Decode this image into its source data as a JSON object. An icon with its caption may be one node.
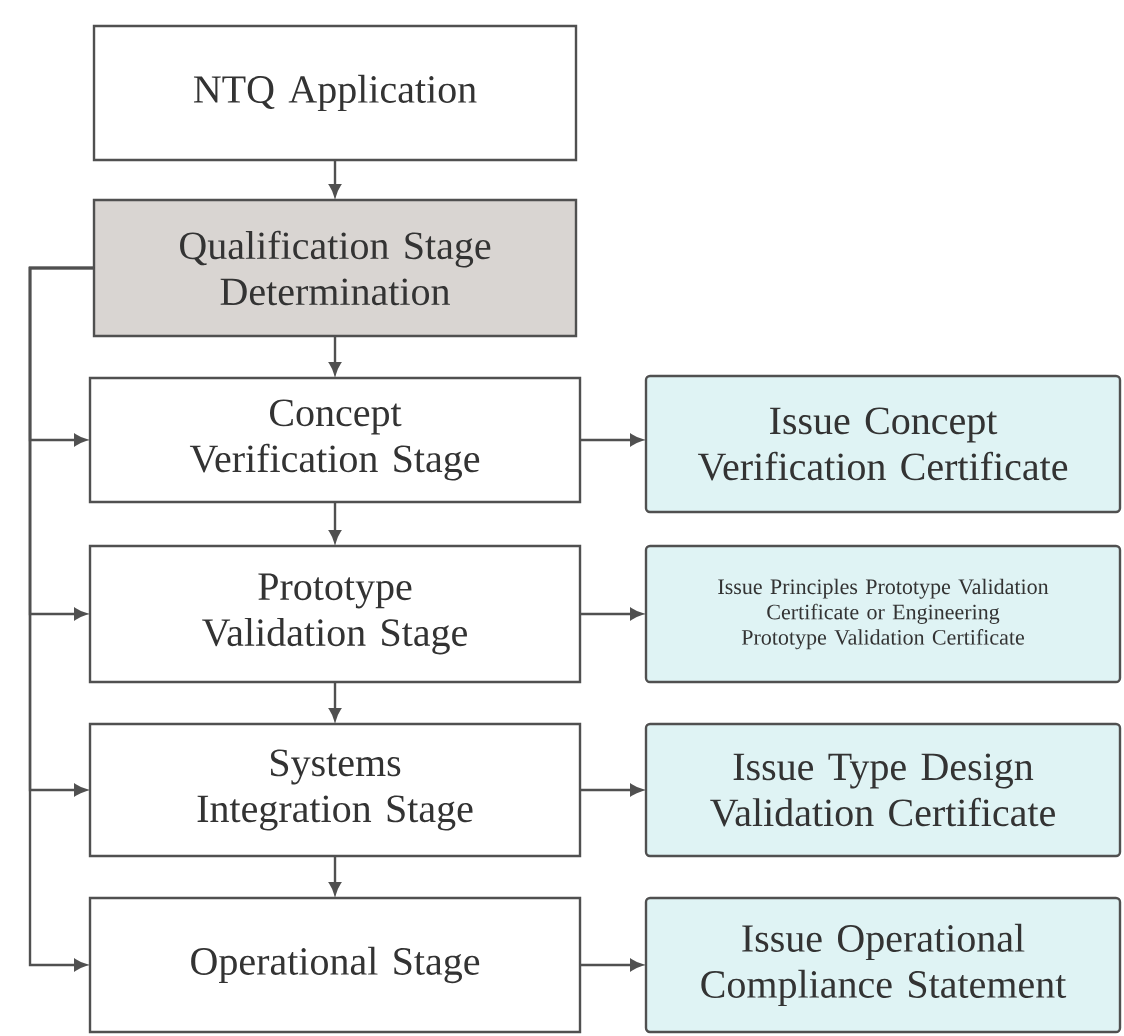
{
  "diagram": {
    "nodes": [
      {
        "text": [
          "NTQ Application"
        ]
      },
      {
        "text": [
          "Qualification Stage Determination"
        ]
      },
      {
        "text": [
          "Concept Verification Stage"
        ]
      },
      {
        "text": [
          "Prototype Validation Stage"
        ]
      },
      {
        "text": [
          "Systems Integration Stage"
        ]
      },
      {
        "text": [
          "Operational Stage"
        ]
      },
      {
        "text": [
          "Issue Concept Verification Certificate"
        ]
      },
      {
        "text": [
          "Issue Principles Prototype Validation Certificate or Engineering Prototype Validation Certificate"
        ]
      },
      {
        "text": [
          "Issue Type Design Validation Certificate"
        ]
      },
      {
        "text": [
          "Issue Operational Compliance Statement"
        ]
      }
    ],
    "edges": [
      {
        "from": 0,
        "to": 1,
        "arrow": "to"
      },
      {
        "from": 1,
        "to": 2,
        "arrow": "to"
      },
      {
        "from": 2,
        "to": 3,
        "arrow": "to"
      },
      {
        "from": 3,
        "to": 4,
        "arrow": "to"
      },
      {
        "from": 4,
        "to": 5,
        "arrow": "to"
      },
      {
        "from": 1,
        "to": 2,
        "arrow": "to"
      },
      {
        "from": 1,
        "to": 3,
        "arrow": "to"
      },
      {
        "from": 1,
        "to": 4,
        "arrow": "to"
      },
      {
        "from": 1,
        "to": 5,
        "arrow": "to"
      },
      {
        "from": 2,
        "to": 6,
        "arrow": "to"
      },
      {
        "from": 3,
        "to": 7,
        "arrow": "to"
      },
      {
        "from": 4,
        "to": 8,
        "arrow": "to"
      },
      {
        "from": 5,
        "to": 9,
        "arrow": "to"
      }
    ]
  }
}
